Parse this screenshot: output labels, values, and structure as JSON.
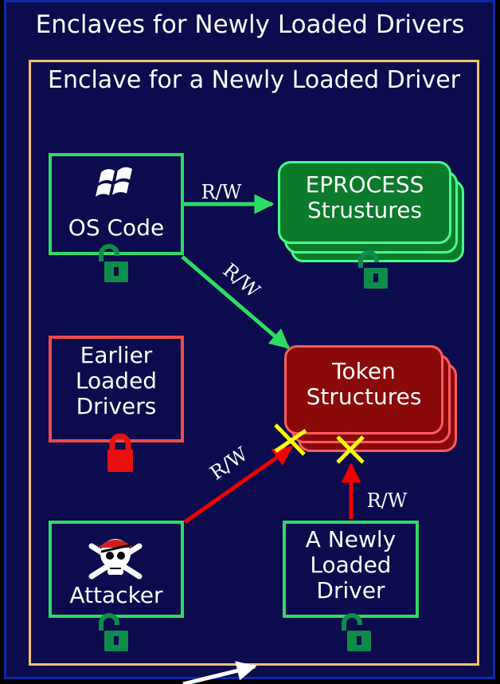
{
  "title": "Enclaves for Newly Loaded Drivers",
  "enclave_title": "Enclave for a Newly Loaded Driver",
  "nodes": {
    "os_code": "OS Code",
    "eprocess": [
      "EPROCESS",
      "Strustures"
    ],
    "token": [
      "Token",
      "Structures"
    ],
    "earlier_drivers": [
      "Earlier",
      "Loaded",
      "Drivers"
    ],
    "attacker": "Attacker",
    "new_driver": [
      "A Newly",
      "Loaded",
      "Driver"
    ]
  },
  "edge_label": "R/W",
  "colors": {
    "allowed": "#2ddc63",
    "denied": "#f20000",
    "unlock": "#0e8c4a",
    "lock": "#e81010",
    "block_mark": "#ffff00",
    "enclave_border": "#f5c26a"
  },
  "icons": [
    "windows-logo-icon",
    "pirate-skull-icon",
    "unlocked-padlock-icon",
    "locked-padlock-icon",
    "block-x-icon"
  ]
}
